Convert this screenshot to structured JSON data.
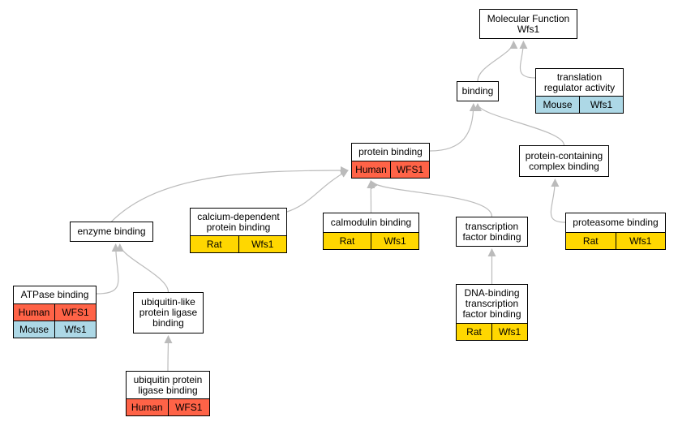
{
  "colors": {
    "human": "#FF6347",
    "mouse": "#ADD8E6",
    "rat": "#FFD700",
    "edge": "#BBBBBB"
  },
  "nodes": {
    "molecular_function": {
      "label": "Molecular Function\nWfs1",
      "annotations": []
    },
    "binding": {
      "label": "binding",
      "annotations": []
    },
    "translation_regulator": {
      "label": "translation\nregulator activity",
      "annotations": [
        {
          "species": "Mouse",
          "gene": "Wfs1",
          "color": "mouse"
        }
      ]
    },
    "protein_binding": {
      "label": "protein binding",
      "annotations": [
        {
          "species": "Human",
          "gene": "WFS1",
          "color": "human"
        }
      ]
    },
    "protein_containing_complex": {
      "label": "protein-containing\ncomplex binding",
      "annotations": []
    },
    "enzyme_binding": {
      "label": "enzyme binding",
      "annotations": []
    },
    "calcium_dependent": {
      "label": "calcium-dependent\nprotein binding",
      "annotations": [
        {
          "species": "Rat",
          "gene": "Wfs1",
          "color": "rat"
        }
      ]
    },
    "calmodulin_binding": {
      "label": "calmodulin binding",
      "annotations": [
        {
          "species": "Rat",
          "gene": "Wfs1",
          "color": "rat"
        }
      ]
    },
    "transcription_factor": {
      "label": "transcription\nfactor binding",
      "annotations": []
    },
    "proteasome_binding": {
      "label": "proteasome binding",
      "annotations": [
        {
          "species": "Rat",
          "gene": "Wfs1",
          "color": "rat"
        }
      ]
    },
    "atpase_binding": {
      "label": "ATPase binding",
      "annotations": [
        {
          "species": "Human",
          "gene": "WFS1",
          "color": "human"
        },
        {
          "species": "Mouse",
          "gene": "Wfs1",
          "color": "mouse"
        }
      ]
    },
    "ubiquitin_like": {
      "label": "ubiquitin-like\nprotein ligase\nbinding",
      "annotations": []
    },
    "dna_binding_tf": {
      "label": "DNA-binding\ntranscription\nfactor binding",
      "annotations": [
        {
          "species": "Rat",
          "gene": "Wfs1",
          "color": "rat"
        }
      ]
    },
    "ubiquitin_protein_ligase": {
      "label": "ubiquitin protein\nligase binding",
      "annotations": [
        {
          "species": "Human",
          "gene": "WFS1",
          "color": "human"
        }
      ]
    }
  },
  "edges": [
    {
      "from": "binding",
      "to": "molecular_function"
    },
    {
      "from": "translation_regulator",
      "to": "molecular_function"
    },
    {
      "from": "protein_binding",
      "to": "binding"
    },
    {
      "from": "protein_containing_complex",
      "to": "binding"
    },
    {
      "from": "enzyme_binding",
      "to": "protein_binding"
    },
    {
      "from": "calcium_dependent",
      "to": "protein_binding"
    },
    {
      "from": "calmodulin_binding",
      "to": "protein_binding"
    },
    {
      "from": "transcription_factor",
      "to": "protein_binding"
    },
    {
      "from": "proteasome_binding",
      "to": "protein_containing_complex"
    },
    {
      "from": "atpase_binding",
      "to": "enzyme_binding"
    },
    {
      "from": "ubiquitin_like",
      "to": "enzyme_binding"
    },
    {
      "from": "dna_binding_tf",
      "to": "transcription_factor"
    },
    {
      "from": "ubiquitin_protein_ligase",
      "to": "ubiquitin_like"
    }
  ]
}
